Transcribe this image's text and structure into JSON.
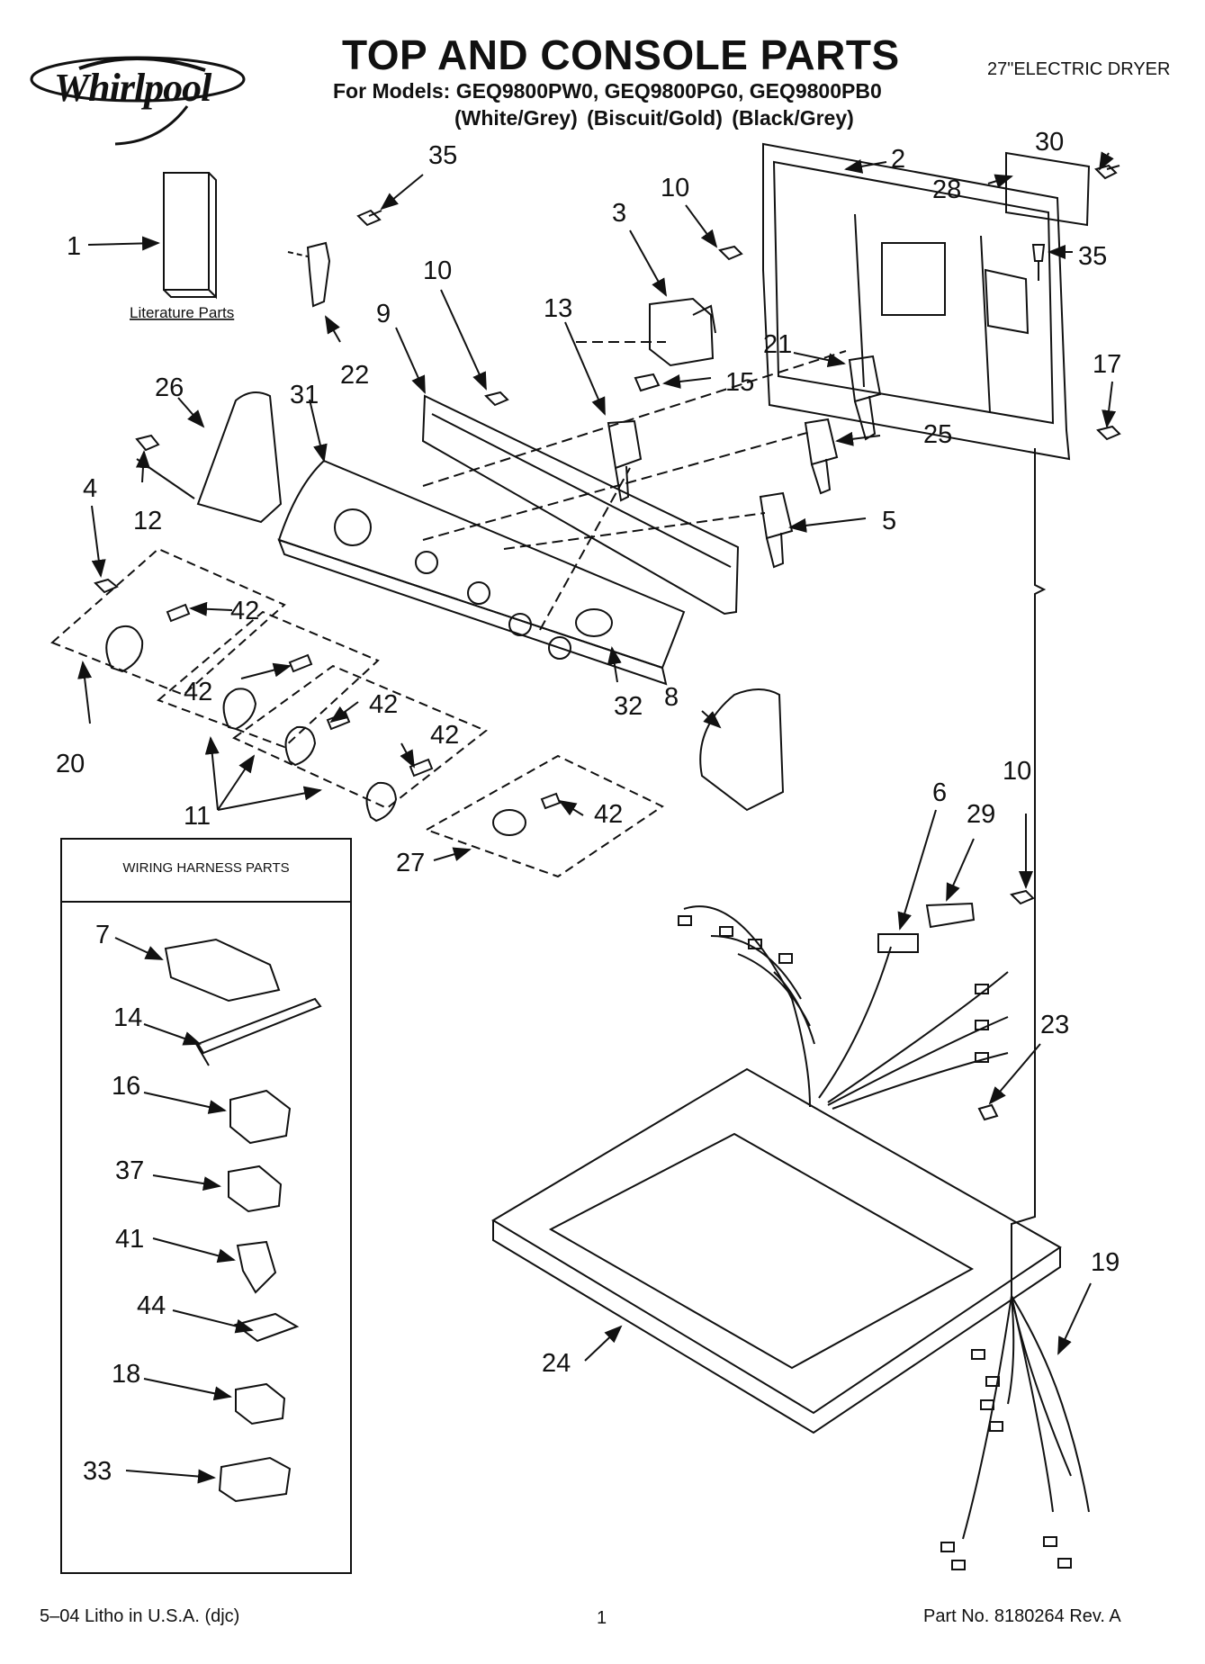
{
  "header": {
    "brand": "Whirlpool",
    "title": "TOP AND CONSOLE PARTS",
    "models": "For Models: GEQ9800PW0, GEQ9800PG0, GEQ9800PB0",
    "variants": "(White/Grey)   (Biscuit/Gold)   (Black/Grey)",
    "product": "27\"ELECTRIC DRYER"
  },
  "literature_label": "Literature Parts",
  "harness_box": {
    "title": "WIRING HARNESS PARTS"
  },
  "callouts": {
    "c1": "1",
    "c2": "2",
    "c3": "3",
    "c4": "4",
    "c5": "5",
    "c6": "6",
    "c7": "7",
    "c8": "8",
    "c9": "9",
    "c10": "10",
    "c11": "11",
    "c12": "12",
    "c13": "13",
    "c14": "14",
    "c15": "15",
    "c16": "16",
    "c17": "17",
    "c18": "18",
    "c19": "19",
    "c20": "20",
    "c21": "21",
    "c22": "22",
    "c23": "23",
    "c24": "24",
    "c25": "25",
    "c26": "26",
    "c27": "27",
    "c28": "28",
    "c29": "29",
    "c30": "30",
    "c31": "31",
    "c32": "32",
    "c33": "33",
    "c35": "35",
    "c37": "37",
    "c41": "41",
    "c42": "42",
    "c44": "44"
  },
  "footer": {
    "litho": "5–04 Litho in U.S.A. (djc)",
    "page": "1",
    "part": "Part No. 8180264 Rev. A"
  }
}
